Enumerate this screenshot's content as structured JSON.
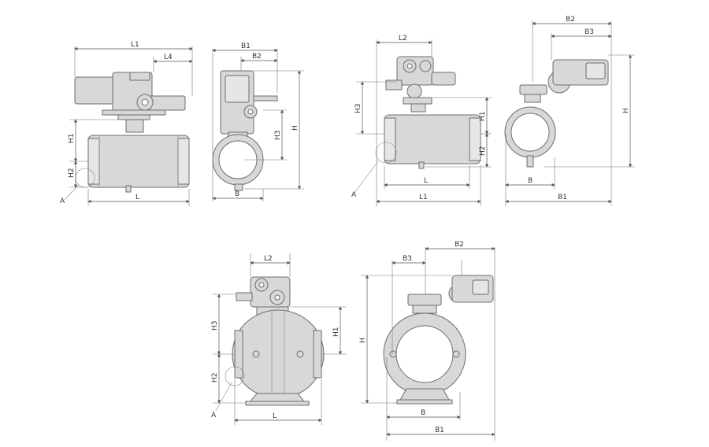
{
  "labels": {
    "L": "L",
    "L1": "L1",
    "L2": "L2",
    "L4": "L4",
    "B": "B",
    "B1": "B1",
    "B2": "B2",
    "B3": "B3",
    "H": "H",
    "H1": "H1",
    "H2": "H2",
    "H3": "H3",
    "A": "A"
  },
  "colors": {
    "body_fill": "#d8d8d8",
    "outline": "#6d6d6d",
    "dimension_line": "#555555"
  }
}
